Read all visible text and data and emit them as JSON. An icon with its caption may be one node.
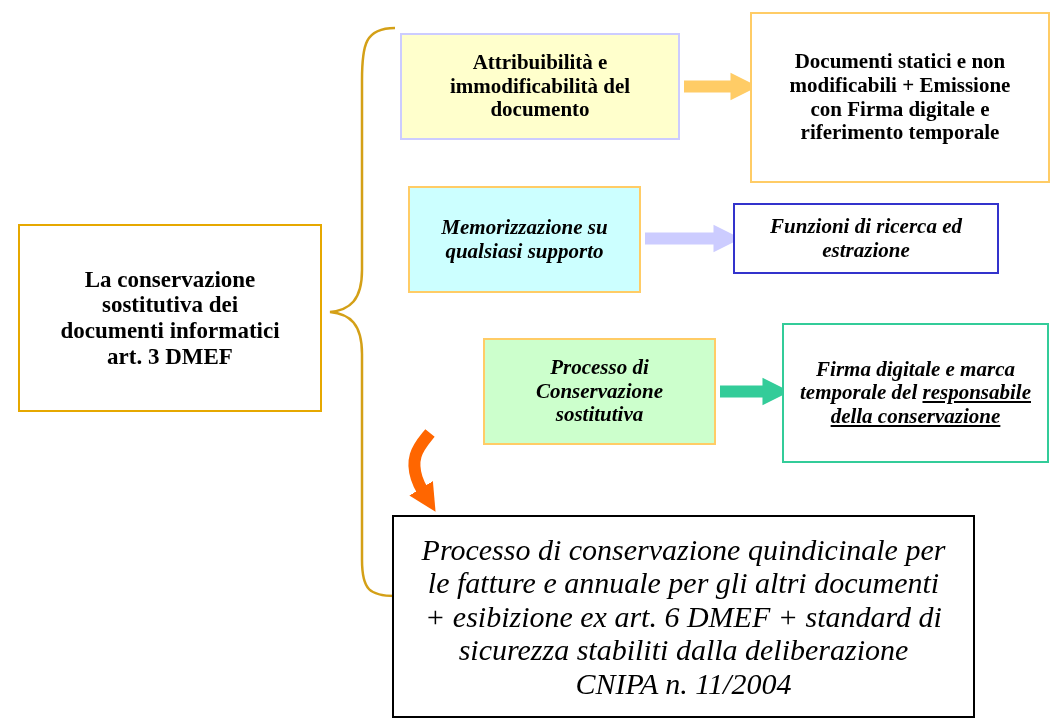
{
  "diagram": {
    "nodes": [
      {
        "text": [
          "La conservazione sostitutiva dei documenti informatici art. 3 DMEF"
        ]
      },
      {
        "text": [
          "Attribuibilità e immodificabilità del documento"
        ]
      },
      {
        "text": [
          "Documenti statici e non modificabili + Emissione con Firma digitale e riferimento temporale"
        ]
      },
      {
        "text": [
          "Memorizzazione su qualsiasi supporto"
        ]
      },
      {
        "text": [
          "Funzioni di ricerca ed estrazione"
        ]
      },
      {
        "text": [
          "Processo di Conservazione sostitutiva"
        ]
      },
      {
        "text": [
          "Firma digitale e marca temporale del",
          "responsabile della conservazione"
        ]
      },
      {
        "text": [
          "Processo di conservazione quindicinale per le fatture e annuale per gli altri documenti + esibizione ex art. 6 DMEF + standard di sicurezza stabiliti dalla deliberazione CNIPA n. 11/2004"
        ]
      }
    ],
    "edges": [
      {
        "from": 1,
        "to": 2,
        "arrow": "to",
        "color": "#ffcc66"
      },
      {
        "from": 3,
        "to": 4,
        "arrow": "to",
        "color": "#ccccff"
      },
      {
        "from": 5,
        "to": 6,
        "arrow": "to",
        "color": "#33cc99"
      },
      {
        "from": null,
        "to": 7,
        "arrow": "to",
        "color": "#ff6600"
      }
    ]
  }
}
